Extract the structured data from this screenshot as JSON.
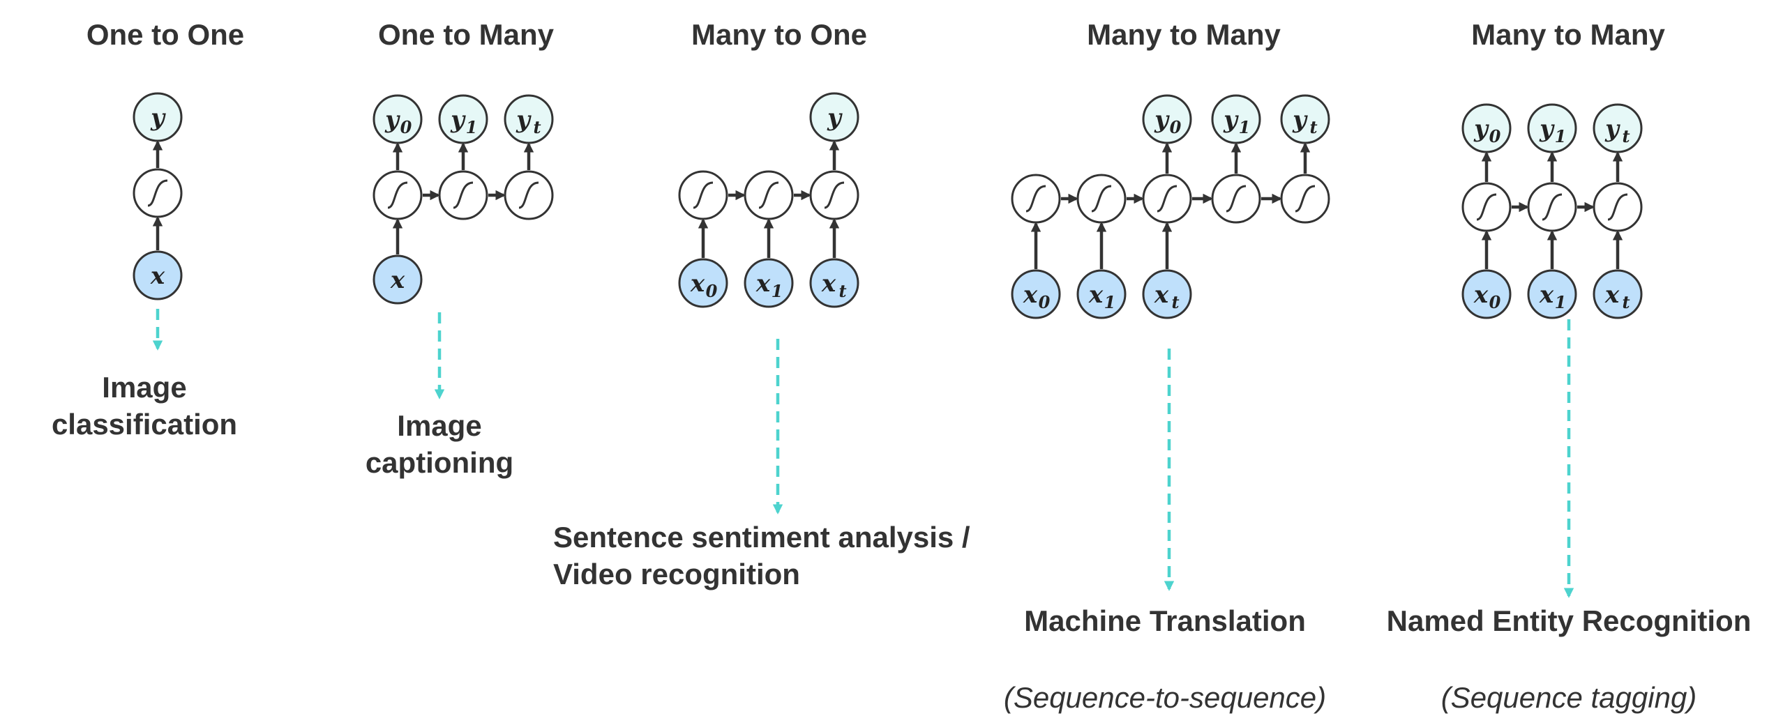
{
  "panels": [
    {
      "title": "One to One",
      "task_lines": [
        "Image",
        "classification"
      ],
      "subtitle": "",
      "inputs": [
        [
          "x",
          ""
        ]
      ],
      "outputs": [
        [
          "y",
          ""
        ]
      ]
    },
    {
      "title": "One to Many",
      "task_lines": [
        "Image",
        "captioning"
      ],
      "subtitle": "",
      "inputs": [
        [
          "x",
          ""
        ]
      ],
      "outputs": [
        [
          "y",
          "0"
        ],
        [
          "y",
          "1"
        ],
        [
          "y",
          "t"
        ]
      ]
    },
    {
      "title": "Many to One",
      "task_lines": [
        "Sentence sentiment analysis /",
        "Video recognition"
      ],
      "subtitle": "",
      "inputs": [
        [
          "x",
          "0"
        ],
        [
          "x",
          "1"
        ],
        [
          "x",
          "t"
        ]
      ],
      "outputs": [
        [
          "y",
          ""
        ]
      ]
    },
    {
      "title": "Many to Many",
      "task_lines": [
        "Machine Translation"
      ],
      "subtitle": "(Sequence-to-sequence)",
      "inputs": [
        [
          "x",
          "0"
        ],
        [
          "x",
          "1"
        ],
        [
          "x",
          "t"
        ]
      ],
      "outputs": [
        [
          "y",
          "0"
        ],
        [
          "y",
          "1"
        ],
        [
          "y",
          "t"
        ]
      ]
    },
    {
      "title": "Many to Many",
      "task_lines": [
        "Named Entity Recognition"
      ],
      "subtitle": "(Sequence tagging)",
      "inputs": [
        [
          "x",
          "0"
        ],
        [
          "x",
          "1"
        ],
        [
          "x",
          "t"
        ]
      ],
      "outputs": [
        [
          "y",
          "0"
        ],
        [
          "y",
          "1"
        ],
        [
          "y",
          "t"
        ]
      ]
    }
  ],
  "colors": {
    "input_node": "#bfe0fb",
    "output_node": "#e6f8f7",
    "hidden_node": "#ffffff",
    "arrow": "#333333",
    "dashed_arrow": "#4dd3ce",
    "text": "#333333"
  },
  "icons": {
    "hidden_unit": "sigmoid-curve-icon"
  }
}
